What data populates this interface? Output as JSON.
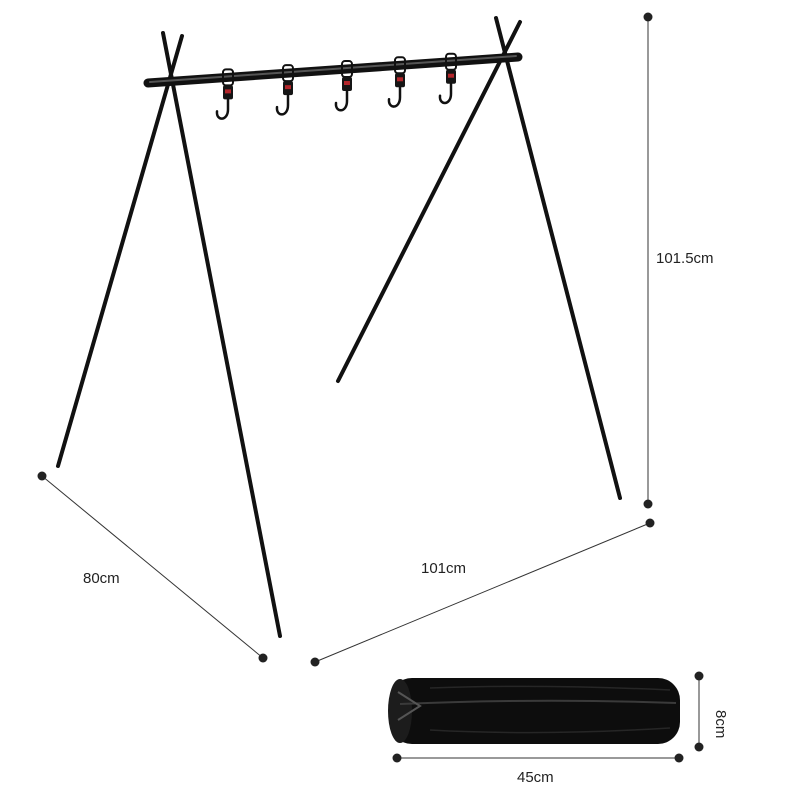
{
  "product": {
    "frame_color": "#111111",
    "hook_accent_color": "#b3262b",
    "hook_count": 5
  },
  "dimensions": {
    "height_label": "101.5cm",
    "width_label": "101cm",
    "depth_label": "80cm",
    "bag_length_label": "45cm",
    "bag_diameter_label": "8cm"
  },
  "bag": {
    "color": "#0d0d0d"
  }
}
